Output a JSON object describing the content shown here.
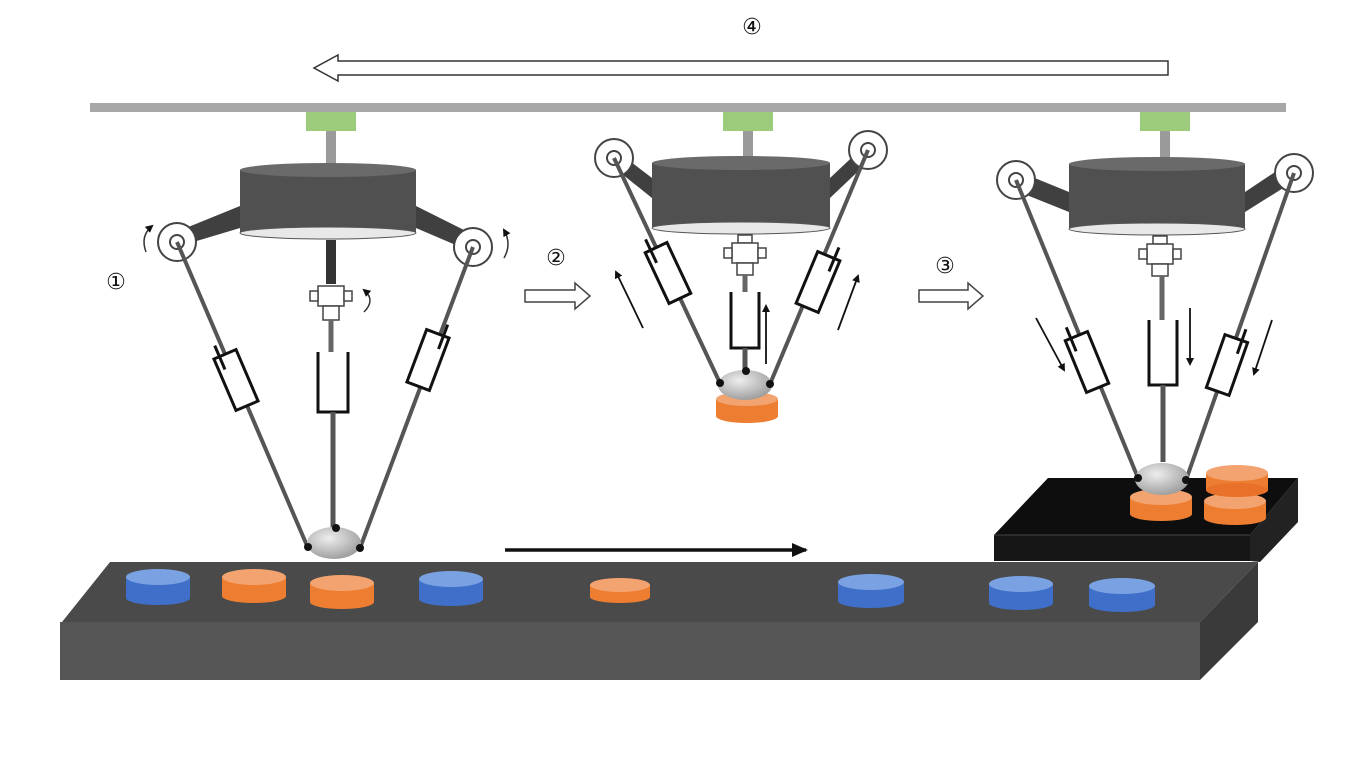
{
  "steps": {
    "step1": "①",
    "step2": "②",
    "step3": "③",
    "step4": "④"
  },
  "colors": {
    "rail": "#a7a7a7",
    "mount": "#9ccb7c",
    "robot_body": "#505050",
    "conveyor_top": "#4a4a4a",
    "conveyor_front": "#555555",
    "platform": "#111111",
    "part_blue": "#3f6fc8",
    "part_orange": "#ed7d31"
  },
  "icons": [
    "rotation-arrow-icon",
    "right-outline-arrow-icon",
    "left-outline-arrow-icon",
    "motion-arrow-icon"
  ]
}
